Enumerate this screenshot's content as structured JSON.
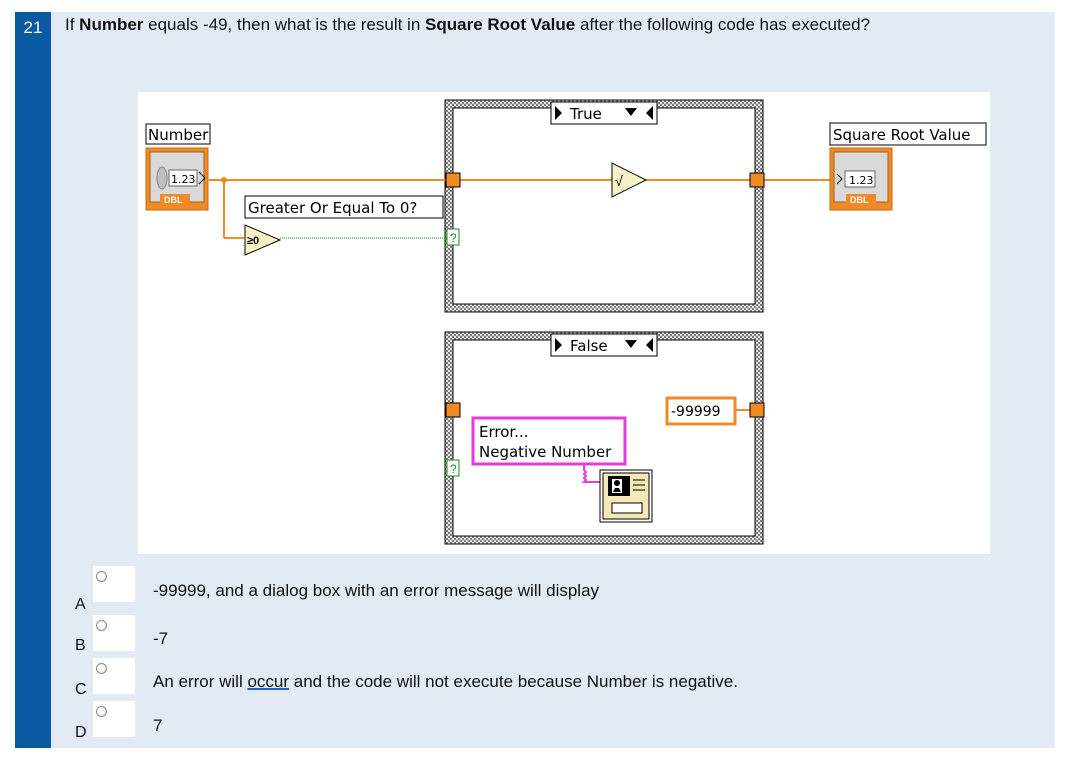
{
  "question": {
    "number": "21",
    "text_before": "If ",
    "var_number": "Number",
    "text_mid": " equals -49, then what is the result in ",
    "var_output": "Square Root Value",
    "text_after": " after the following code has executed?"
  },
  "diagram": {
    "number_label": "Number",
    "number_value": "1.23",
    "number_type": "DBL",
    "compare_label": "Greater Or Equal To 0?",
    "compare_symbol": "≥0",
    "output_label": "Square Root Value",
    "output_value": "1.23",
    "output_type": "DBL",
    "case_true_label": "True",
    "case_false_label": "False",
    "selector_symbol": "?",
    "sqrt_symbol": "√",
    "constant_value": "-99999",
    "error_line1": "Error...",
    "error_line2": "Negative Number"
  },
  "options": [
    {
      "letter": "A",
      "text": "-99999, and a dialog box with an error message will display"
    },
    {
      "letter": "B",
      "text": "-7"
    },
    {
      "letter": "C",
      "text_before": "An error will ",
      "text_underlined": "occur",
      "text_after": " and the code will not execute because Number is negative."
    },
    {
      "letter": "D",
      "text": "7"
    }
  ],
  "colors": {
    "question_bar": "#0a5aa1",
    "panel": "#e2ebf3",
    "wire_orange": "#f08a24",
    "wire_green": "#1a8c1a",
    "string_pink": "#e63adc"
  }
}
